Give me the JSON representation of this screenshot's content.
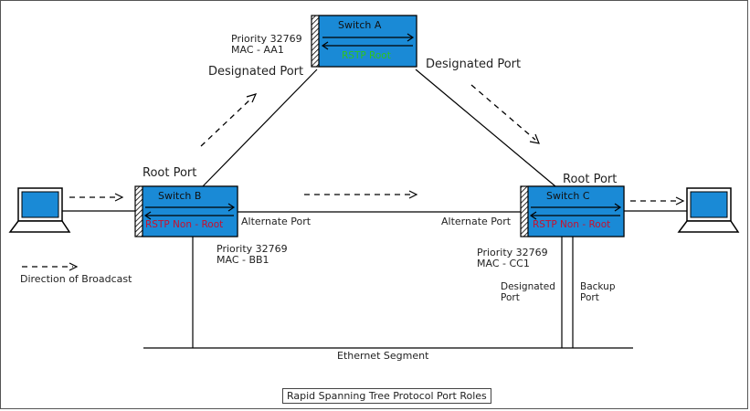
{
  "switches": {
    "a": {
      "name": "Switch A",
      "role": "RSTP Root",
      "priority": "Priority 32769",
      "mac": "MAC - AA1"
    },
    "b": {
      "name": "Switch B",
      "role": "RSTP Non - Root",
      "priority": "Priority 32769",
      "mac": "MAC - BB1"
    },
    "c": {
      "name": "Switch C",
      "role": "RSTP Non - Root",
      "priority": "Priority 32769",
      "mac": "MAC - CC1"
    }
  },
  "ports": {
    "a_left": "Designated Port",
    "a_right": "Designated Port",
    "b_root": "Root Port",
    "c_root": "Root Port",
    "b_alternate": "Alternate Port",
    "c_alternate": "Alternate Port",
    "c_designated": [
      "Designated",
      "Port"
    ],
    "c_backup": [
      "Backup",
      "Port"
    ]
  },
  "legend": {
    "broadcast": "Direction of Broadcast"
  },
  "segment": "Ethernet Segment",
  "caption": "Rapid Spanning Tree Protocol Port Roles",
  "colors": {
    "switch_fill": "#1a8ad6",
    "root_text": "#2fc21f",
    "nonroot_text": "#c8102e",
    "laptop_screen": "#1a8ad6"
  }
}
